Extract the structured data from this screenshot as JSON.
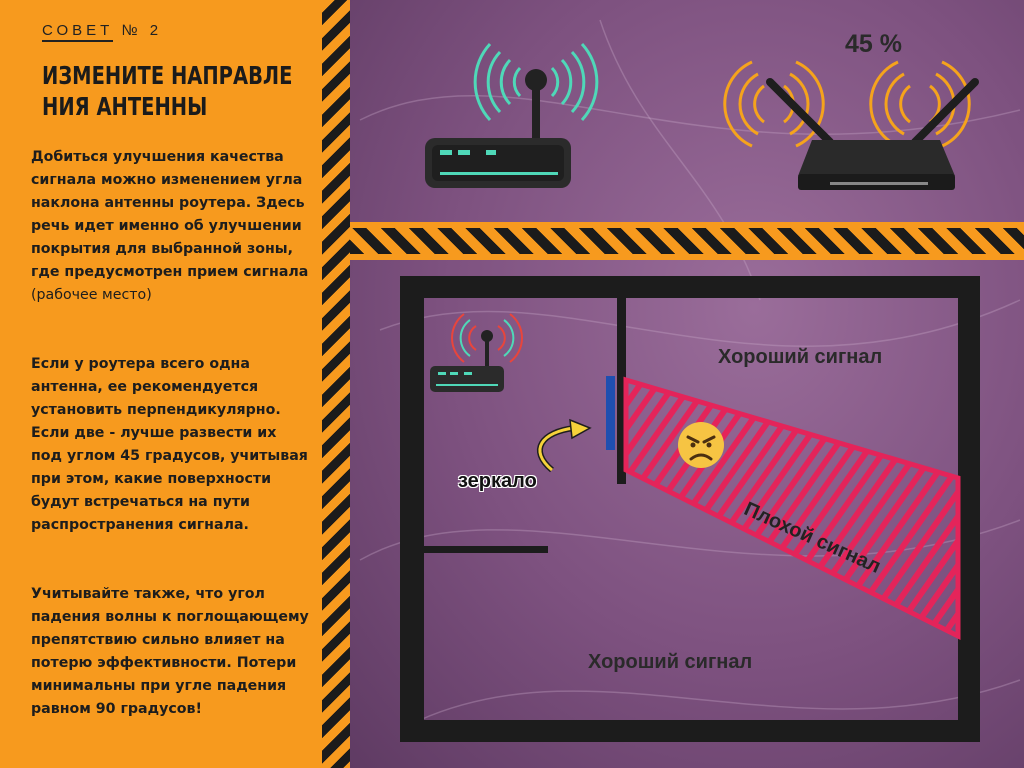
{
  "tip": {
    "header_word": "СОВЕТ",
    "header_number": "№ 2",
    "title": "ИЗМЕНИТЕ НАПРАВЛЕНИЯ АНТЕННЫ"
  },
  "text": {
    "paragraph_1": "Добиться улучшения качества сигнала можно изменением угла наклона антенны роутера. Здесь речь идет именно об улучшении покрытия для выбранной зоны, где предусмотрен прием сигнала",
    "paragraph_1_note": "(рабочее место)",
    "paragraph_2": "Если у роутера всего одна антенна, ее рекомендуется установить перпендикулярно. Если две - лучше  развести их под углом 45 градусов, учитывая при этом, какие поверхности будут встречаться на пути распространения сигнала.",
    "paragraph_3": "Учитывайте также, что угол падения волны к поглощающему препятствию сильно влияет на потерю эффективности. Потери минимальны при угле падения равном 90 градусов!"
  },
  "diagram": {
    "angle_label": "45 %",
    "good_signal_top": "Хороший сигнал",
    "good_signal_bottom": "Хороший сигнал",
    "bad_signal": "Плохой сигнал",
    "mirror": "зеркало"
  },
  "colors": {
    "orange": "#f79a1e",
    "dark": "#1b1b1b",
    "purple": "#7d517f",
    "bad_signal": "#e4245a",
    "mirror": "#1f4fb0",
    "wave_teal": "#4fd8b8",
    "wave_orange": "#f5a31c",
    "wave_red": "#e8453c"
  },
  "icons": {
    "router_single": "router-single-antenna-icon",
    "router_dual": "router-dual-antenna-icon",
    "router_small": "router-small-icon",
    "emoji": "angry-face-icon",
    "arrow": "curved-arrow-icon"
  }
}
